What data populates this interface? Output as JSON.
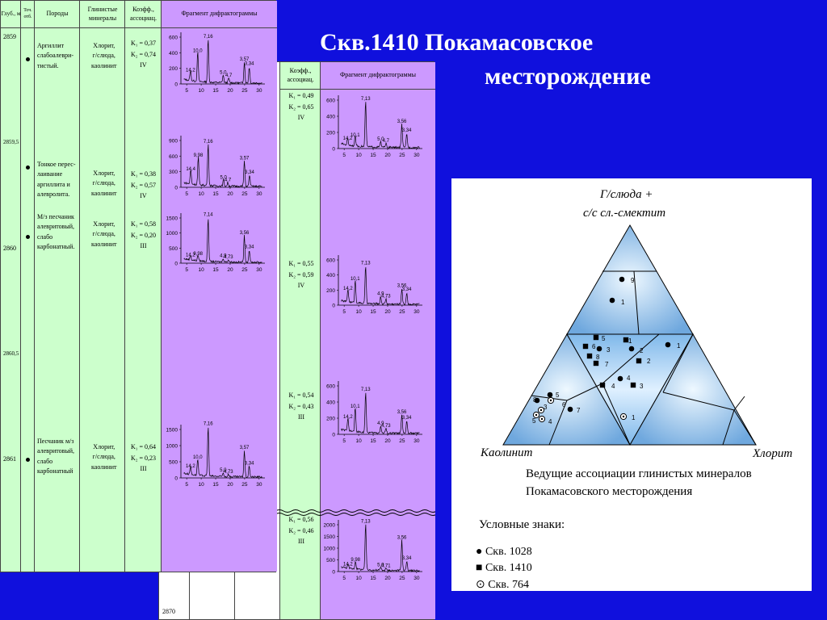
{
  "title": {
    "line1": "Скв.1410 Покамасовское",
    "line2": "месторождение"
  },
  "table_front": {
    "headers": {
      "depth": "Глуб., м",
      "point": "Точ. отб.",
      "rocks": "Породы",
      "clay": "Глинистые минералы",
      "coef": "Коэфф., ассоциац.",
      "fragment": "Фрагмент дифрактограммы"
    },
    "depths": [
      "2859",
      "2859,5",
      "2860",
      "2860,5",
      "2861"
    ],
    "rows": [
      {
        "rock": [
          "Аргиллит",
          "слабоалеври-",
          "тистый."
        ],
        "minerals": [
          "Хлорит,",
          "г/слюда,",
          "каолинит"
        ],
        "k1": "K₁ = 0,37",
        "k2": "K₂ = 0,74",
        "cls": "IV"
      },
      {
        "rock": [
          "Тонкое перес-",
          "лаивание",
          "аргиллита и",
          "алевролита."
        ],
        "minerals": [
          "Хлорит,",
          "г/слюда,",
          "каолинит"
        ],
        "k1": "K₁ = 0,38",
        "k2": "K₂ = 0,57",
        "cls": "IV"
      },
      {
        "rock": [
          "М/з песчаник",
          "алевритовый,",
          "слабо",
          "карбонатный."
        ],
        "minerals": [
          "Хлорит,",
          "г/слюда,",
          "каолинит"
        ],
        "k1": "K₁ = 0,58",
        "k2": "K₂ = 0,20",
        "cls": "III"
      },
      {
        "rock": [
          "Песчаник м/з",
          "алевритовый,",
          "слабо",
          "карбонатный"
        ],
        "minerals": [
          "Хлорит,",
          "г/слюда,",
          "каолинит"
        ],
        "k1": "K₁ = 0,64",
        "k2": "K₂ = 0,23",
        "cls": "III"
      }
    ]
  },
  "table_back": {
    "headers": {
      "coef": "Коэфф., ассоциац.",
      "fragment": "Фрагмент дифрактограммы"
    },
    "depth_bottom": "2870",
    "rows": [
      {
        "k1": "K₁ = 0,49",
        "k2": "K₂ = 0,65",
        "cls": "IV"
      },
      {
        "k1": "K₁ = 0,55",
        "k2": "K₂ = 0,59",
        "cls": "IV"
      },
      {
        "k1": "K₁ = 0,54",
        "k2": "K₂ = 0,43",
        "cls": "III"
      },
      {
        "k1": "K₁ = 0,56",
        "k2": "K₂ = 0,46",
        "cls": "III"
      }
    ]
  },
  "chart_data": [
    {
      "type": "line",
      "ylim": [
        0,
        600
      ],
      "yticks": [
        "600",
        "400",
        "200",
        "0"
      ],
      "xticks": [
        "5",
        "10",
        "15",
        "20",
        "25",
        "30"
      ],
      "peaks": [
        {
          "x": 6.3,
          "y": 130,
          "label": "14,2"
        },
        {
          "x": 8.8,
          "y": 380,
          "label": "10,0"
        },
        {
          "x": 12.4,
          "y": 560,
          "label": "7,16"
        },
        {
          "x": 17.6,
          "y": 100,
          "label": "5,0"
        },
        {
          "x": 19.5,
          "y": 60,
          "label": "4,7"
        },
        {
          "x": 24.9,
          "y": 270,
          "label": "3,57"
        },
        {
          "x": 26.6,
          "y": 210,
          "label": "3,34"
        }
      ]
    },
    {
      "type": "line",
      "ylim": [
        0,
        900
      ],
      "yticks": [
        "900",
        "600",
        "300",
        "0"
      ],
      "xticks": [
        "5",
        "10",
        "15",
        "20",
        "25",
        "30"
      ],
      "peaks": [
        {
          "x": 6.4,
          "y": 280,
          "label": "14,4"
        },
        {
          "x": 9.0,
          "y": 540,
          "label": "9,98"
        },
        {
          "x": 12.4,
          "y": 810,
          "label": "7,16"
        },
        {
          "x": 17.7,
          "y": 120,
          "label": "5,0"
        },
        {
          "x": 19.2,
          "y": 70,
          "label": "4,7"
        },
        {
          "x": 24.9,
          "y": 490,
          "label": "3,57"
        },
        {
          "x": 26.7,
          "y": 220,
          "label": "3,34"
        }
      ]
    },
    {
      "type": "line",
      "ylim": [
        0,
        1500
      ],
      "yticks": [
        "1500",
        "1000",
        "500",
        "0"
      ],
      "xticks": [
        "5",
        "10",
        "15",
        "20",
        "25",
        "30"
      ],
      "peaks": [
        {
          "x": 6.3,
          "y": 150,
          "label": "14,2"
        },
        {
          "x": 8.9,
          "y": 190,
          "label": "9,98"
        },
        {
          "x": 12.4,
          "y": 1480,
          "label": "7,14"
        },
        {
          "x": 17.6,
          "y": 120,
          "label": "4,9"
        },
        {
          "x": 19.4,
          "y": 80,
          "label": "4,73"
        },
        {
          "x": 24.9,
          "y": 880,
          "label": "3,56"
        },
        {
          "x": 26.6,
          "y": 410,
          "label": "3,34"
        }
      ]
    },
    {
      "type": "line",
      "ylim": [
        0,
        600
      ],
      "yticks": [
        "600",
        "400",
        "200",
        "0"
      ],
      "xticks": [
        "5",
        "10",
        "15",
        "20",
        "25",
        "30"
      ],
      "peaks": [
        {
          "x": 6.2,
          "y": 80,
          "label": "14,2"
        },
        {
          "x": 8.8,
          "y": 120,
          "label": "10,1"
        },
        {
          "x": 12.4,
          "y": 570,
          "label": "7,13"
        },
        {
          "x": 17.6,
          "y": 70,
          "label": "5,0"
        },
        {
          "x": 19.4,
          "y": 50,
          "label": "4,7"
        },
        {
          "x": 24.9,
          "y": 290,
          "label": "3,56"
        },
        {
          "x": 26.6,
          "y": 180,
          "label": "3,34"
        }
      ]
    },
    {
      "type": "line",
      "ylim": [
        0,
        600
      ],
      "yticks": [
        "600",
        "400",
        "200",
        "0"
      ],
      "xticks": [
        "5",
        "10",
        "15",
        "20",
        "25",
        "30"
      ],
      "peaks": [
        {
          "x": 6.3,
          "y": 170,
          "label": "14,2"
        },
        {
          "x": 8.8,
          "y": 300,
          "label": "10,1"
        },
        {
          "x": 12.4,
          "y": 510,
          "label": "7,13"
        },
        {
          "x": 17.6,
          "y": 100,
          "label": "4,9"
        },
        {
          "x": 19.4,
          "y": 70,
          "label": "4,73"
        },
        {
          "x": 24.9,
          "y": 210,
          "label": "3,56"
        },
        {
          "x": 26.6,
          "y": 160,
          "label": "3,34"
        }
      ]
    },
    {
      "type": "line",
      "ylim": [
        0,
        600
      ],
      "yticks": [
        "600",
        "400",
        "200",
        "0"
      ],
      "xticks": [
        "5",
        "10",
        "15",
        "20",
        "25",
        "30"
      ],
      "peaks": [
        {
          "x": 6.3,
          "y": 170,
          "label": "14,2"
        },
        {
          "x": 8.8,
          "y": 300,
          "label": "10,1"
        },
        {
          "x": 12.4,
          "y": 510,
          "label": "7,13"
        },
        {
          "x": 17.6,
          "y": 90,
          "label": "4,9"
        },
        {
          "x": 19.4,
          "y": 60,
          "label": "4,73"
        },
        {
          "x": 24.9,
          "y": 230,
          "label": "3,56"
        },
        {
          "x": 26.6,
          "y": 160,
          "label": "3,34"
        }
      ]
    },
    {
      "type": "line",
      "ylim": [
        0,
        2000
      ],
      "yticks": [
        "2000",
        "1500",
        "1000",
        "500",
        "0"
      ],
      "xticks": [
        "5",
        "10",
        "15",
        "20",
        "25",
        "30"
      ],
      "peaks": [
        {
          "x": 6.3,
          "y": 160,
          "label": "14,2"
        },
        {
          "x": 8.9,
          "y": 340,
          "label": "9,98"
        },
        {
          "x": 12.4,
          "y": 1990,
          "label": "7,13"
        },
        {
          "x": 17.6,
          "y": 120,
          "label": "5,0"
        },
        {
          "x": 19.4,
          "y": 80,
          "label": "4,71"
        },
        {
          "x": 24.9,
          "y": 1300,
          "label": "3,56"
        },
        {
          "x": 26.6,
          "y": 420,
          "label": "3,34"
        }
      ]
    },
    {
      "type": "line",
      "ylim": [
        0,
        1500
      ],
      "yticks": [
        "1500",
        "1000",
        "500",
        "0"
      ],
      "xticks": [
        "5",
        "10",
        "15",
        "20",
        "25",
        "30"
      ],
      "peaks": [
        {
          "x": 6.3,
          "y": 250,
          "label": "14,2"
        },
        {
          "x": 8.8,
          "y": 520,
          "label": "10,0"
        },
        {
          "x": 12.4,
          "y": 1560,
          "label": "7,16"
        },
        {
          "x": 17.6,
          "y": 120,
          "label": "5,0"
        },
        {
          "x": 19.4,
          "y": 80,
          "label": "4,73"
        },
        {
          "x": 24.9,
          "y": 820,
          "label": "3,57"
        },
        {
          "x": 26.6,
          "y": 340,
          "label": "3,34"
        }
      ]
    }
  ],
  "ternary": {
    "apex_top": [
      "Г/слюда +",
      "с/с сл.-смектит"
    ],
    "apex_left": "Каолинит",
    "apex_right": "Хлорит",
    "caption": [
      "Ведущие ассоциации глинистых минералов",
      "Покамасовского месторождения"
    ],
    "legend_title": "Условные знаки:",
    "legend": [
      {
        "marker": "circle",
        "label": "Скв. 1028"
      },
      {
        "marker": "square",
        "label": "Скв. 1410"
      },
      {
        "marker": "circle-dot",
        "label": "Скв. 764"
      }
    ],
    "points": [
      {
        "m": "circle",
        "l": "9"
      },
      {
        "m": "circle",
        "l": "1"
      },
      {
        "m": "square",
        "l": "5"
      },
      {
        "m": "square",
        "l": "1"
      },
      {
        "m": "circle",
        "l": "1"
      },
      {
        "m": "square",
        "l": "6"
      },
      {
        "m": "circle",
        "l": "3"
      },
      {
        "m": "circle",
        "l": "2"
      },
      {
        "m": "square",
        "l": "8"
      },
      {
        "m": "square",
        "l": "2"
      },
      {
        "m": "square",
        "l": "7"
      },
      {
        "m": "circle",
        "l": "4"
      },
      {
        "m": "square",
        "l": "4"
      },
      {
        "m": "square",
        "l": "3"
      },
      {
        "m": "circle",
        "l": "7"
      },
      {
        "m": "circle",
        "l": "5"
      },
      {
        "m": "circle",
        "l": "8"
      },
      {
        "m": "circle-dot",
        "l": "6"
      },
      {
        "m": "circle-dot",
        "l": "3"
      },
      {
        "m": "circle-dot",
        "l": "5"
      },
      {
        "m": "circle-dot",
        "l": "4"
      },
      {
        "m": "circle-dot",
        "l": "1"
      }
    ]
  },
  "colors": {
    "background": "#1010dd",
    "green_cells": "#ccffcc",
    "violet_cells": "#cc99ff",
    "triangle_light": "#dff0ff",
    "triangle_dark": "#7fb8ea"
  }
}
